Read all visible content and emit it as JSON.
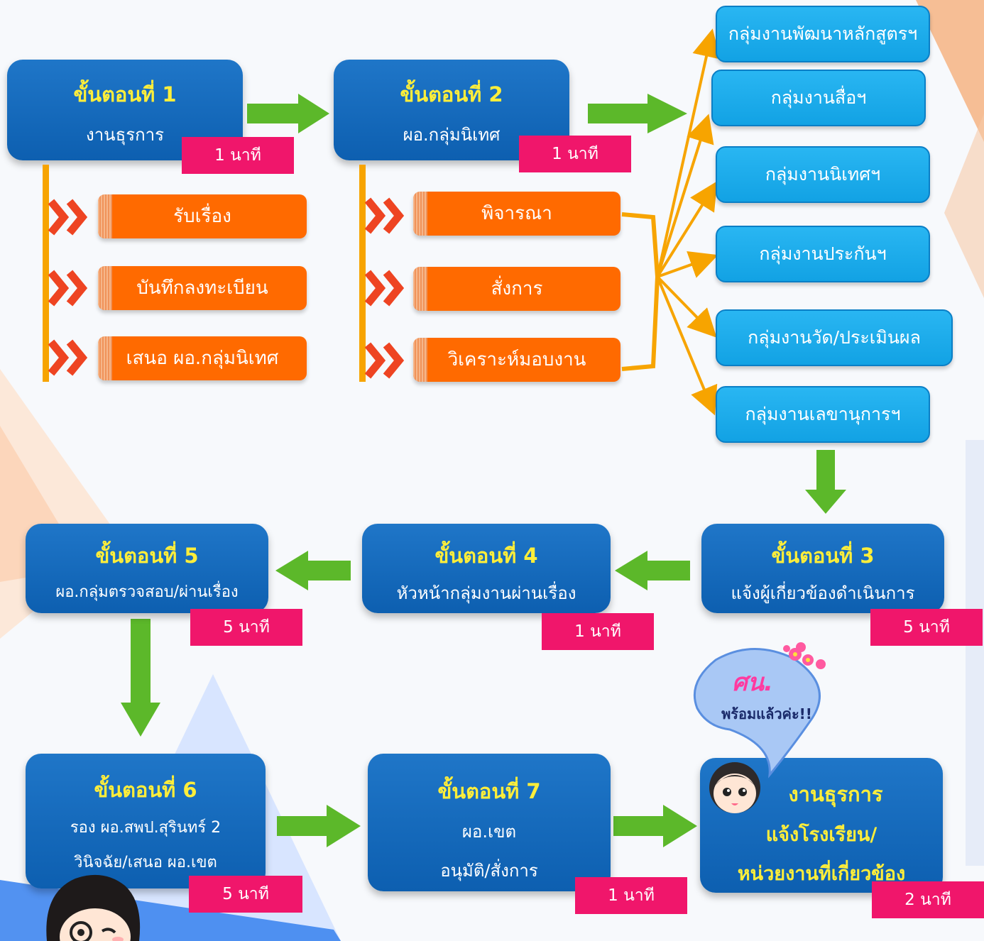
{
  "steps": [
    {
      "title": "ขั้นตอนที่ 1",
      "lines": [
        "งานธุรการ"
      ],
      "time": "1 นาที"
    },
    {
      "title": "ขั้นตอนที่ 2",
      "lines": [
        "ผอ.กลุ่มนิเทศ"
      ],
      "time": "1 นาที"
    },
    {
      "title": "ขั้นตอนที่ 3",
      "lines": [
        "แจ้งผู้เกี่ยวข้องดำเนินการ"
      ],
      "time": "5 นาที"
    },
    {
      "title": "ขั้นตอนที่ 4",
      "lines": [
        "หัวหน้ากลุ่มงานผ่านเรื่อง"
      ],
      "time": "1 นาที"
    },
    {
      "title": "ขั้นตอนที่ 5",
      "lines": [
        "ผอ.กลุ่มตรวจสอบ/ผ่านเรื่อง"
      ],
      "time": "5 นาที"
    },
    {
      "title": "ขั้นตอนที่ 6",
      "lines": [
        "รอง ผอ.สพป.สุรินทร์ 2",
        "วินิจฉัย/เสนอ ผอ.เขต"
      ],
      "time": "5 นาที"
    },
    {
      "title": "ขั้นตอนที่ 7",
      "lines": [
        "ผอ.เขต",
        "อนุมัติ/สั่งการ"
      ],
      "time": "1 นาที"
    },
    {
      "title": "งานธุรการ",
      "lines": [
        "แจ้งโรงเรียน/",
        "หน่วยงานที่เกี่ยวข้อง"
      ],
      "time": "2 นาที"
    }
  ],
  "step1_tasks": [
    "รับเรื่อง",
    "บันทึกลงทะเบียน",
    "เสนอ ผอ.กลุ่มนิเทศ"
  ],
  "step2_tasks": [
    "พิจารณา",
    "สั่งการ",
    "วิเคราะห์มอบงาน"
  ],
  "groups": [
    "กลุ่มงานพัฒนาหลักสูตรฯ",
    "กลุ่มงานสื่อฯ",
    "กลุ่มงานนิเทศฯ",
    "กลุ่มงานประกันฯ",
    "กลุ่มงานวัด/ประเมินผล",
    "กลุ่มงานเลขานุการฯ"
  ],
  "bubble": {
    "line1": "ศน.",
    "line2": "พร้อมแล้วค่ะ!!"
  },
  "colors": {
    "step_box": "#0d5fb0",
    "step_title": "#ffee3a",
    "time_badge": "#f0166b",
    "task": "#ff6a00",
    "group": "#18a8e8",
    "arrow": "#5cb82a",
    "connector": "#f7a400"
  }
}
